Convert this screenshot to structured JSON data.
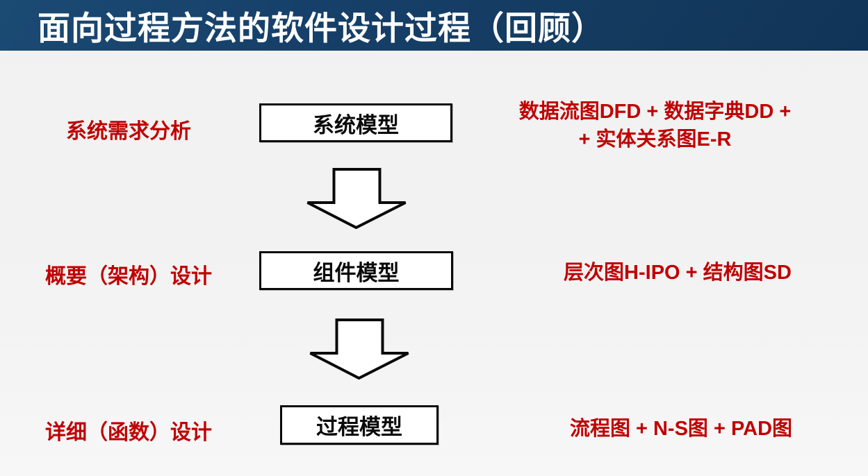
{
  "title": "面向过程方法的软件设计过程（回顾）",
  "colors": {
    "header_navy": "#143A5F",
    "accent_red": "#C00000",
    "body_bg": "#F2F2F2",
    "box_border": "#0A0A0A",
    "box_fill": "#FFFFFF"
  },
  "rows": [
    {
      "phase": "系统需求分析",
      "model": "系统模型",
      "tools": [
        "数据流图DFD + 数据字典DD +",
        "+ 实体关系图E-R"
      ]
    },
    {
      "phase": "概要（架构）设计",
      "model": "组件模型",
      "tools": [
        "层次图H-IPO + 结构图SD"
      ]
    },
    {
      "phase": "详细（函数）设计",
      "model": "过程模型",
      "tools": [
        "流程图 + N-S图 + PAD图"
      ]
    }
  ],
  "arrows": [
    {
      "name": "down-arrow-1"
    },
    {
      "name": "down-arrow-2"
    }
  ]
}
